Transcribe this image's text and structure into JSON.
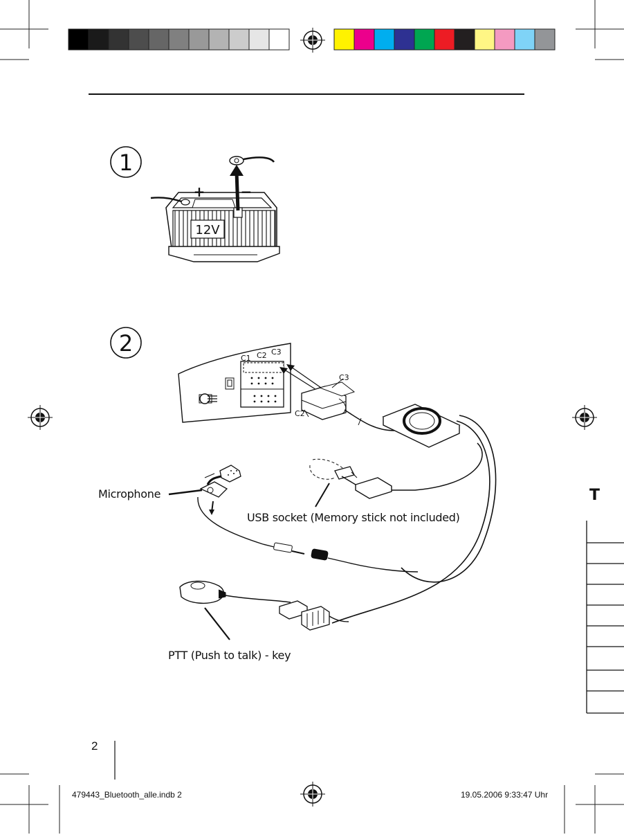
{
  "page": {
    "page_number": "2"
  },
  "print_marks": {
    "slug_file": "479443_Bluetooth_alle.indb   2",
    "slug_date": "19.05.2006   9:33:47 Uhr",
    "gray_swatches": [
      "#000000",
      "#1a1a1a",
      "#333333",
      "#4d4d4d",
      "#666666",
      "#808080",
      "#999999",
      "#b3b3b3",
      "#cccccc",
      "#e6e6e6",
      "#ffffff"
    ],
    "color_swatches": [
      "#fff200",
      "#ec008c",
      "#00aeef",
      "#2e3192",
      "#00a651",
      "#ed1c24",
      "#231f20",
      "#fff685",
      "#f49ac1",
      "#7fd3f7",
      "#939598"
    ]
  },
  "figure1": {
    "step_number": "1",
    "battery_label": "12V",
    "plus_sign": "+",
    "minus_sign": "−"
  },
  "figure2": {
    "step_number": "2",
    "connectors": {
      "c1": "C1",
      "c2": "C2",
      "c3": "C3",
      "plug_c3": "C3",
      "plug_c2": "C2"
    },
    "labels": {
      "microphone": "Microphone",
      "usb": "USB socket (Memory stick not included)",
      "ptt": "PTT (Push to talk) - key"
    }
  },
  "edge_fragment": {
    "heading_letter": "T"
  }
}
